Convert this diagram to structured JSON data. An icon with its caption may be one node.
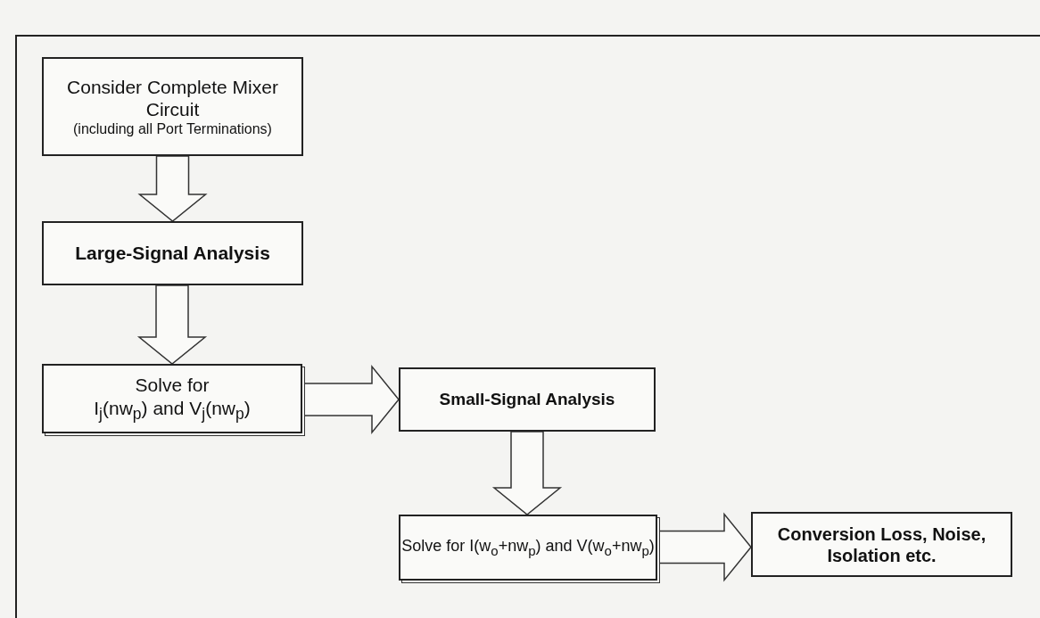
{
  "diagram": {
    "nodes": [
      {
        "text": [
          "Consider Complete Mixer Circuit",
          "(including all Port Terminations)"
        ]
      },
      {
        "text": [
          "Large-Signal Analysis"
        ]
      },
      {
        "text": [
          "Solve for",
          "I$_{j}$(nw$_{p}$) and V$_{j}$(nw$_{p}$)"
        ]
      },
      {
        "text": [
          "Small-Signal Analysis"
        ]
      },
      {
        "text": [
          "Solve for I(w$_{o}$+nw$_{p}$) and V(w$_{o}$+nw$_{p}$)"
        ]
      },
      {
        "text": [
          "Conversion Loss, Noise, Isolation etc."
        ]
      }
    ],
    "edges": [
      {
        "from": 0,
        "to": 1,
        "arrow": "to"
      },
      {
        "from": 1,
        "to": 2,
        "arrow": "to"
      },
      {
        "from": 2,
        "to": 3,
        "arrow": "to"
      },
      {
        "from": 3,
        "to": 4,
        "arrow": "to"
      },
      {
        "from": 4,
        "to": 5,
        "arrow": "to"
      }
    ]
  }
}
